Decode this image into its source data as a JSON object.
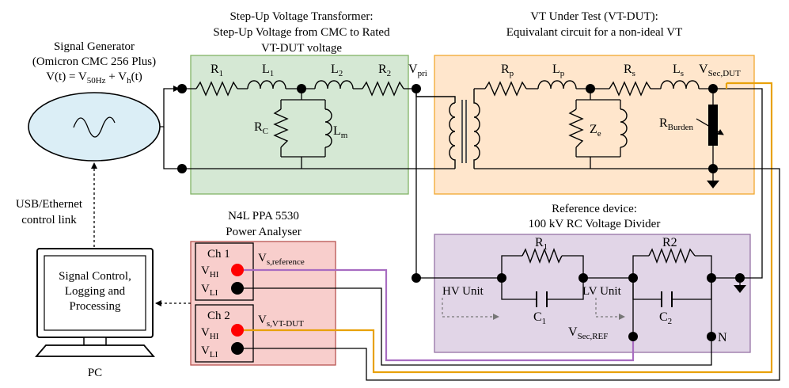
{
  "colors": {
    "transformer_fill": "#d5e8d4",
    "transformer_border": "#82b366",
    "vt_fill": "#ffe6cc",
    "vt_border": "#f0a830",
    "reference_fill": "#e1d5e7",
    "reference_border": "#9673a6",
    "analyser_fill": "#f8cecc",
    "analyser_border": "#b85450",
    "generator_fill": "#dbeef6",
    "purple_wire": "#a86cc1",
    "orange_wire": "#e8a10a",
    "probe_red": "#ff0000"
  },
  "generator": {
    "title_line1": "Signal Generator",
    "title_line2": "(Omicron CMC 256 Plus)",
    "eq_prefix": "V(t) = V",
    "eq_sub1": "50Hz",
    "eq_mid": " + V",
    "eq_sub2": "h",
    "eq_suffix": "(t)"
  },
  "control_link": {
    "line1": "USB/Ethernet",
    "line2": "control link"
  },
  "pc": {
    "screen_line1": "Signal Control,",
    "screen_line2": "Logging and",
    "screen_line3": "Processing",
    "label": "PC"
  },
  "transformer": {
    "title_line1": "Step-Up Voltage Transformer:",
    "title_line2": "Step-Up Voltage from CMC to Rated",
    "title_line3": "VT-DUT voltage",
    "r1": {
      "main": "R",
      "sub": "1"
    },
    "l1": {
      "main": "L",
      "sub": "1"
    },
    "l2": {
      "main": "L",
      "sub": "2"
    },
    "r2": {
      "main": "R",
      "sub": "2"
    },
    "rc": {
      "main": "R",
      "sub": "C"
    },
    "lm": {
      "main": "L",
      "sub": "m"
    },
    "vpri": {
      "main": "V",
      "sub": "pri"
    }
  },
  "vt": {
    "title_line1": "VT Under Test (VT-DUT):",
    "title_line2": "Equivalant circuit for a non-ideal VT",
    "rp": {
      "main": "R",
      "sub": "p"
    },
    "lp": {
      "main": "L",
      "sub": "p"
    },
    "rs": {
      "main": "R",
      "sub": "s"
    },
    "ls": {
      "main": "L",
      "sub": "s"
    },
    "ze": {
      "main": "Z",
      "sub": "e"
    },
    "rburden": {
      "main": "R",
      "sub": "Burden"
    },
    "vsec": {
      "main": "V",
      "sub": "Sec,DUT"
    }
  },
  "reference": {
    "title_line1": "Reference device:",
    "title_line2": "100 kV RC Voltage Divider",
    "r1": {
      "main": "R",
      "sub": "1"
    },
    "r2": {
      "main": "R2"
    },
    "c1": {
      "main": "C",
      "sub": "1"
    },
    "c2": {
      "main": "C",
      "sub": "2"
    },
    "hv_unit": "HV Unit",
    "lv_unit": "LV Unit",
    "vsec_ref": {
      "main": "V",
      "sub": "Sec,REF"
    },
    "n_label": "N"
  },
  "analyser": {
    "title_line1": "N4L PPA 5530",
    "title_line2": "Power Analyser",
    "ch1": {
      "name": "Ch 1",
      "vhi": {
        "main": "V",
        "sub": "HI"
      },
      "vli": {
        "main": "V",
        "sub": "LI"
      },
      "signal": {
        "main": "V",
        "sub": "s,reference"
      }
    },
    "ch2": {
      "name": "Ch 2",
      "vhi": {
        "main": "V",
        "sub": "HI"
      },
      "vli": {
        "main": "V",
        "sub": "LI"
      },
      "signal": {
        "main": "V",
        "sub": "s,VT-DUT"
      }
    }
  }
}
